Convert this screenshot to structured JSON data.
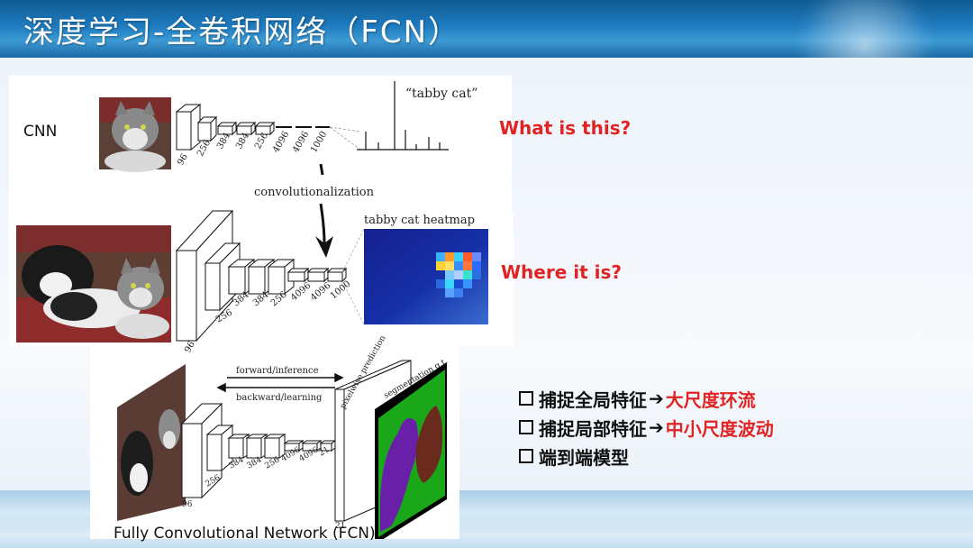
{
  "slide": {
    "title": "深度学习-全卷积网络（FCN）",
    "colors": {
      "header": "#1e7bbf",
      "accent_red": "#e02424"
    }
  },
  "cnn": {
    "label": "CNN",
    "layer_labels": [
      "96",
      "256",
      "384",
      "384",
      "256",
      "4096",
      "4096",
      "1000"
    ],
    "output_label": "“tabby cat”",
    "question": "What is this?"
  },
  "convolutionalization_label": "convolutionalization",
  "heatmap": {
    "title": "tabby cat heatmap",
    "layer_labels": [
      "96",
      "256",
      "384",
      "384",
      "256",
      "4096",
      "4096",
      "1000"
    ],
    "question": "Where it is?"
  },
  "fcn": {
    "forward_label": "forward/inference",
    "backward_label": "backward/learning",
    "pixelwise_label": "pixelwise prediction",
    "segmentation_label": "segmentation g.t.",
    "layer_labels": [
      "96",
      "256",
      "384",
      "384",
      "256",
      "4096",
      "4096",
      "21",
      "21"
    ],
    "caption": "Fully Convolutional Network (FCN)"
  },
  "bullets": [
    {
      "text": "捕捉全局特征",
      "arrow": "➔",
      "highlight": "大尺度环流"
    },
    {
      "text": "捕捉局部特征",
      "arrow": "➔",
      "highlight": "中小尺度波动"
    },
    {
      "text": "端到端模型",
      "arrow": "",
      "highlight": ""
    }
  ],
  "icons": [
    "checkbox-icon",
    "arrow-right-icon",
    "cat-photo",
    "dog-cat-photo"
  ]
}
